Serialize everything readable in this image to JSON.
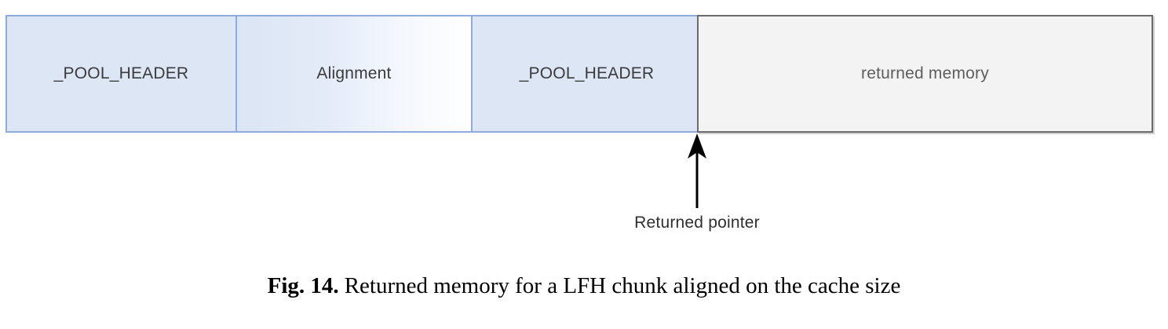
{
  "figure": {
    "caption_number": "Fig. 14.",
    "caption_text": "Returned memory for a LFH chunk aligned on the cache size"
  },
  "colors": {
    "pool_header_fill": "#dce6f5",
    "pool_header_border": "#8faadc",
    "alignment_gradient_start": "#dbe5f4",
    "alignment_gradient_end": "#ffffff",
    "returned_memory_fill": "#f3f3f3",
    "returned_memory_border": "#6b6b6b",
    "arrow_color": "#000000",
    "segment_text": "#3b3b3b",
    "returned_memory_text": "#5d5d5d"
  },
  "diagram": {
    "segments": [
      {
        "label": "_POOL_HEADER",
        "kind": "pool-header"
      },
      {
        "label": "Alignment",
        "kind": "alignment"
      },
      {
        "label": "_POOL_HEADER",
        "kind": "pool-header"
      },
      {
        "label": "returned memory",
        "kind": "returned-memory"
      }
    ],
    "annotation": {
      "label": "Returned pointer",
      "arrow": "up-arrow-icon"
    }
  }
}
